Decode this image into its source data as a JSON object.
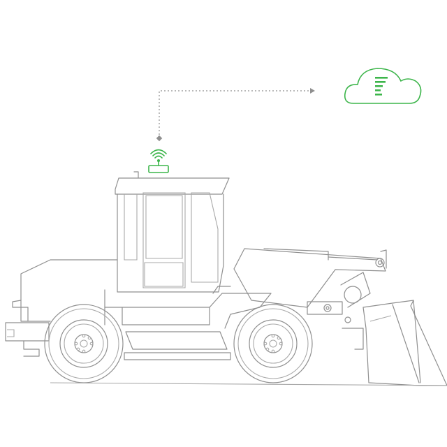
{
  "diagram": {
    "subject": "wheel-loader",
    "device": "telematics-gateway",
    "destination": "cloud-platform",
    "connection": "dotted-uplink"
  },
  "colors": {
    "accent": "#3cb54a",
    "line": "#8f8f8f",
    "background": "#ffffff"
  },
  "icons": [
    "wifi-signal-icon",
    "gateway-device-icon",
    "cloud-icon",
    "platform-logo-icon",
    "arrowhead-icon"
  ]
}
